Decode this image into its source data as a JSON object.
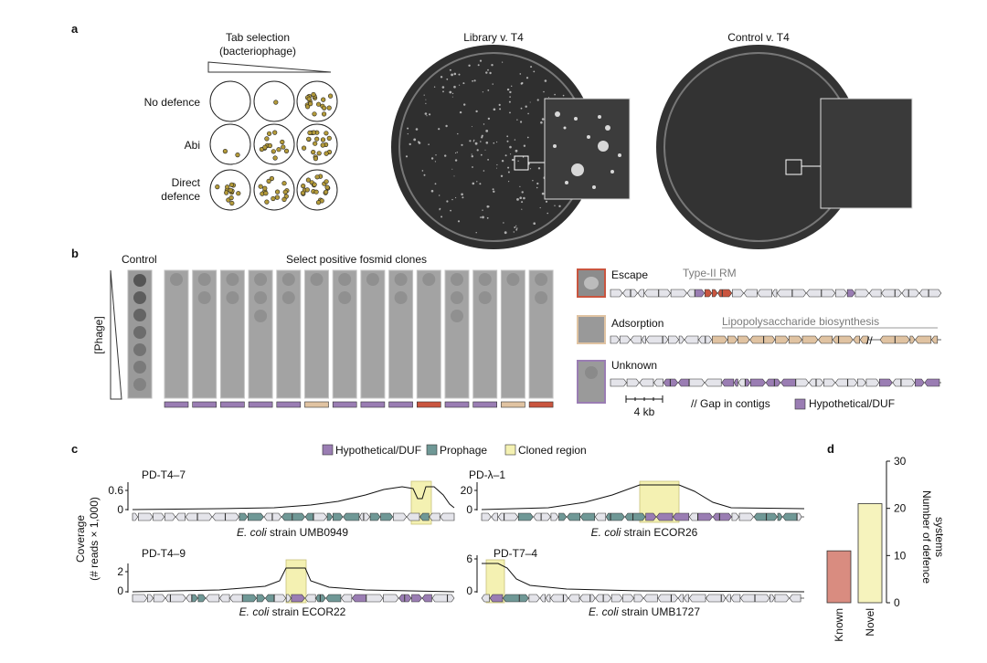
{
  "colors": {
    "hypothetical": "#9a7db3",
    "prophage": "#6f9896",
    "cloned": "#f4f1b2",
    "gene": "#e4e4ea",
    "rm": "#c9553f",
    "lps": "#e0c3a2",
    "known_bar": "#d98c80",
    "novel_bar": "#f6f3bd",
    "plate": "#3a3a3a"
  },
  "panel_a": {
    "label": "a",
    "tab_title_1": "Tab selection",
    "tab_title_2": "(bacteriophage)",
    "rows": [
      "No defence",
      "Abi",
      "Direct",
      "defence"
    ],
    "plate1_title": "Library v. T4",
    "plate2_title": "Control v. T4"
  },
  "panel_b": {
    "label": "b",
    "control_label": "Control",
    "phage_label": "[Phage]",
    "select_label": "Select positive fosmid clones",
    "strip_colors": [
      "hyp",
      "hyp",
      "hyp",
      "hyp",
      "hyp",
      "lps",
      "hyp",
      "hyp",
      "hyp",
      "rm",
      "hyp",
      "hyp",
      "lps",
      "rm"
    ],
    "escape": "Escape",
    "type2rm": "Type-II RM",
    "adsorption": "Adsorption",
    "lps_biosynth": "Lipopolysaccharide biosynthesis",
    "unknown": "Unknown",
    "scale": "4 kb",
    "gap_legend": "// Gap in contigs",
    "hyp_legend": "Hypothetical/DUF"
  },
  "panel_c": {
    "label": "c",
    "legend": [
      "Hypothetical/DUF",
      "Prophage",
      "Cloned region"
    ],
    "ylabel_1": "Coverage",
    "ylabel_2": "(# reads × 1,000)",
    "plots": [
      {
        "name": "PD-T4–7",
        "ticks": [
          "0.6",
          "0"
        ],
        "strain_italic": "E. coli",
        "strain": " strain UMB0949"
      },
      {
        "name": "PD-λ–1",
        "ticks": [
          "20",
          "0"
        ],
        "strain_italic": "E. coli",
        "strain": " strain ECOR26"
      },
      {
        "name": "PD-T4–9",
        "ticks": [
          "2",
          "0"
        ],
        "strain_italic": "E. coli",
        "strain": " strain ECOR22"
      },
      {
        "name": "PD-T7–4",
        "ticks": [
          "6",
          "0"
        ],
        "strain_italic": "E. coli",
        "strain": " strain UMB1727"
      }
    ]
  },
  "panel_d": {
    "label": "d",
    "ylabel_1": "Number of defence",
    "ylabel_2": "systems"
  },
  "chart_data": {
    "type": "bar",
    "categories": [
      "Known",
      "Novel"
    ],
    "values": [
      11,
      21
    ],
    "title": "",
    "xlabel": "",
    "ylabel": "Number of defence systems",
    "ylim": [
      0,
      30
    ],
    "yticks": [
      "0",
      "10",
      "20",
      "30"
    ],
    "axis_side": "right"
  }
}
